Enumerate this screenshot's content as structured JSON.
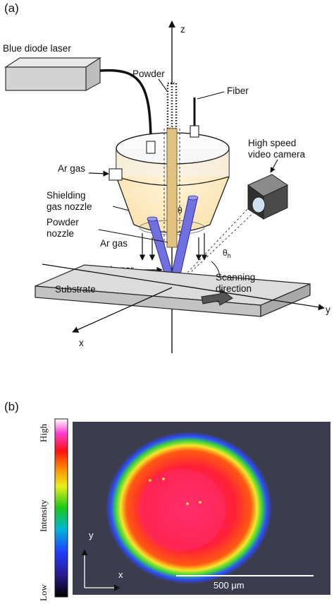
{
  "panel_a": {
    "tag": "(a)",
    "labels": {
      "blue_diode_laser": "Blue diode laser",
      "powder": "Powder",
      "fiber": "Fiber",
      "z_axis": "z",
      "high_speed_camera_line1": "High speed",
      "high_speed_camera_line2": "video camera",
      "ar_gas_left": "Ar gas",
      "shielding_line1": "Shielding",
      "shielding_line2": "gas nozzle",
      "powder_nozzle_line1": "Powder",
      "powder_nozzle_line2": "nozzle",
      "ar_gas_bottom": "Ar gas",
      "theta": "θ",
      "theta_h": "θ",
      "theta_h_sub": "h",
      "laser": "Laser",
      "scanning_line1": "Scanning",
      "scanning_line2": "direction",
      "substrate": "Substrate",
      "y_axis": "y",
      "x_axis": "x"
    },
    "colors": {
      "laser_beam": "#6f6fe0",
      "powder_tube": "#e8c989",
      "nozzle_glow": "#fbe6b8",
      "camera_body": "#555555"
    }
  },
  "panel_b": {
    "tag": "(b)",
    "colorbar": {
      "high": "High",
      "title": "Intensity",
      "low": "Low"
    },
    "axes": {
      "y": "y",
      "x": "x"
    },
    "scale_bar": "500 μm",
    "colors": {
      "background": "#3b3c4e",
      "ring_blue": "#3a55ff",
      "ring_green": "#3bd63b",
      "ring_yellow": "#f2ee2a",
      "ring_orange": "#ff8a10",
      "core_red": "#ff1e32",
      "hot_pink": "#ff2a7a"
    }
  }
}
